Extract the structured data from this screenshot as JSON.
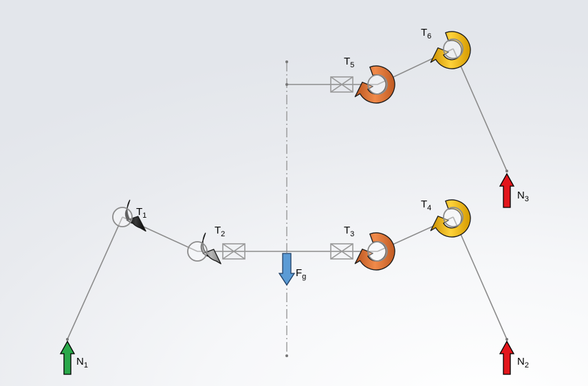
{
  "labels": {
    "T1": {
      "main": "T",
      "sub": "1"
    },
    "T2": {
      "main": "T",
      "sub": "2"
    },
    "T3": {
      "main": "T",
      "sub": "3"
    },
    "T4": {
      "main": "T",
      "sub": "4"
    },
    "T5": {
      "main": "T",
      "sub": "5"
    },
    "T6": {
      "main": "T",
      "sub": "6"
    },
    "N1": {
      "main": "N",
      "sub": "1"
    },
    "N2": {
      "main": "N",
      "sub": "2"
    },
    "N3": {
      "main": "N",
      "sub": "3"
    },
    "Fg": {
      "main": "F",
      "sub": "g"
    }
  },
  "colors": {
    "link": "#8c8c8c",
    "centerline": "#8a8a8a",
    "torque_T1": "#111111",
    "torque_T2": "#8f8f8f",
    "torque_T3_T5": "#e07a3a",
    "torque_T4_T6": "#f2b21a",
    "force_N1": "#2aa84a",
    "force_N2_N3": "#e3161c",
    "force_Fg": "#5b9bd5"
  }
}
